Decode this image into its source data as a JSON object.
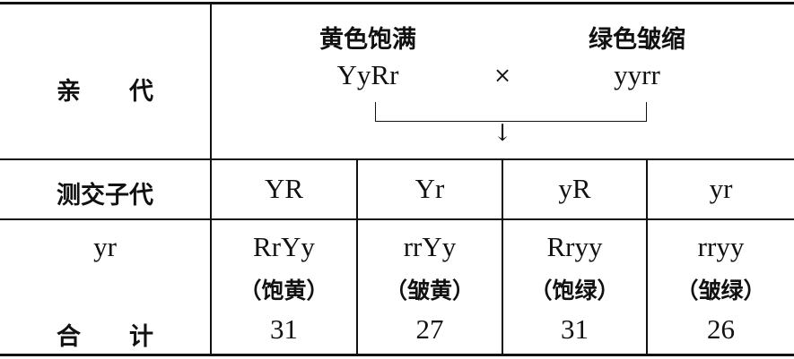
{
  "parent_row": {
    "label": "亲　　代",
    "female_phenotype": "黄色饱满",
    "male_phenotype": "绿色皱缩",
    "female_genotype": "YyRr",
    "cross_symbol": "×",
    "male_genotype": "yyrr",
    "arrow": "↓"
  },
  "offspring_row": {
    "label": "测交子代",
    "gametes": [
      "YR",
      "Yr",
      "yR",
      "yr"
    ]
  },
  "result_rows": {
    "gamete_label": "yr",
    "total_label": "合　　计",
    "cells": [
      {
        "genotype": "RrYy",
        "phenotype": "（饱黄）",
        "count": "31"
      },
      {
        "genotype": "rrYy",
        "phenotype": "（皱黄）",
        "count": "27"
      },
      {
        "genotype": "Rryy",
        "phenotype": "（饱绿）",
        "count": "31"
      },
      {
        "genotype": "rryy",
        "phenotype": "（皱绿）",
        "count": "26"
      }
    ]
  }
}
